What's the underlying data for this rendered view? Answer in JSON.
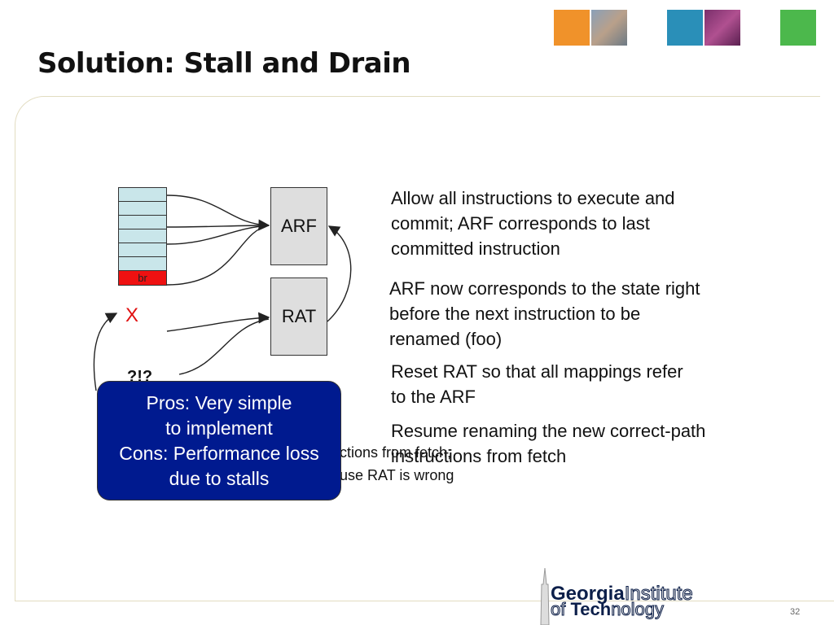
{
  "slide": {
    "title": "Solution: Stall and Drain",
    "page_number": "32"
  },
  "diagram": {
    "rob_tail_label": "br",
    "arf_label": "ARF",
    "rat_label": "RAT",
    "x_mark": "X",
    "question": "?!?",
    "hidden_line1": "ctions from fetch;",
    "hidden_line2": "use RAT is wrong"
  },
  "popup": {
    "line1": "Pros: Very simple",
    "line2": "to implement",
    "line3": "Cons: Performance loss",
    "line4": "due to stalls"
  },
  "steps": [
    {
      "text": "Allow all instructions to execute and commit; ARF corresponds to last committed instruction"
    },
    {
      "text": "ARF now corresponds to the state right before the next instruction to be renamed (foo)"
    },
    {
      "text": "Reset RAT so that all mappings refer to the ARF"
    },
    {
      "text": "Resume renaming the new correct-path instructions from fetch"
    }
  ],
  "logo": {
    "row1_bold": "Georgia",
    "row1_light": "Institute",
    "row2_bold_pre": "of ",
    "row2_bold": "Tech",
    "row2_light": "nology"
  },
  "colors": {
    "popup_bg": "#001a8f",
    "rob_row": "#c9e6ea",
    "branch_row": "#ee1111",
    "x_mark": "#e01010"
  }
}
